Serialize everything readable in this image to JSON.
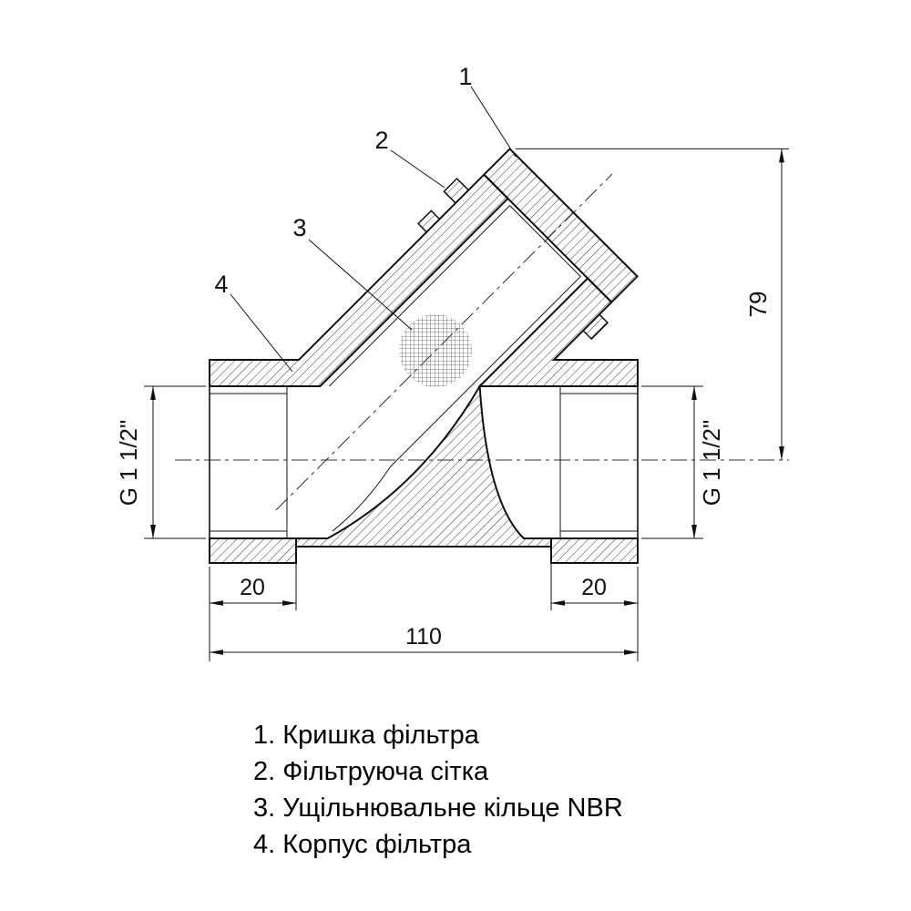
{
  "page": {
    "background": "#ffffff",
    "line_color": "#1a1a1a"
  },
  "drawing": {
    "callouts": [
      "1",
      "2",
      "3",
      "4"
    ],
    "dimensions": {
      "height": "79",
      "thread_left": "G 1 1/2\"",
      "thread_right": "G 1 1/2\"",
      "port_left": "20",
      "port_right": "20",
      "overall": "110"
    }
  },
  "legend": {
    "items": [
      "1. Кришка фільтра",
      "2. Фільтруюча сітка",
      "3. Ущільнювальне кільце NBR",
      "4. Корпус фільтра"
    ]
  }
}
